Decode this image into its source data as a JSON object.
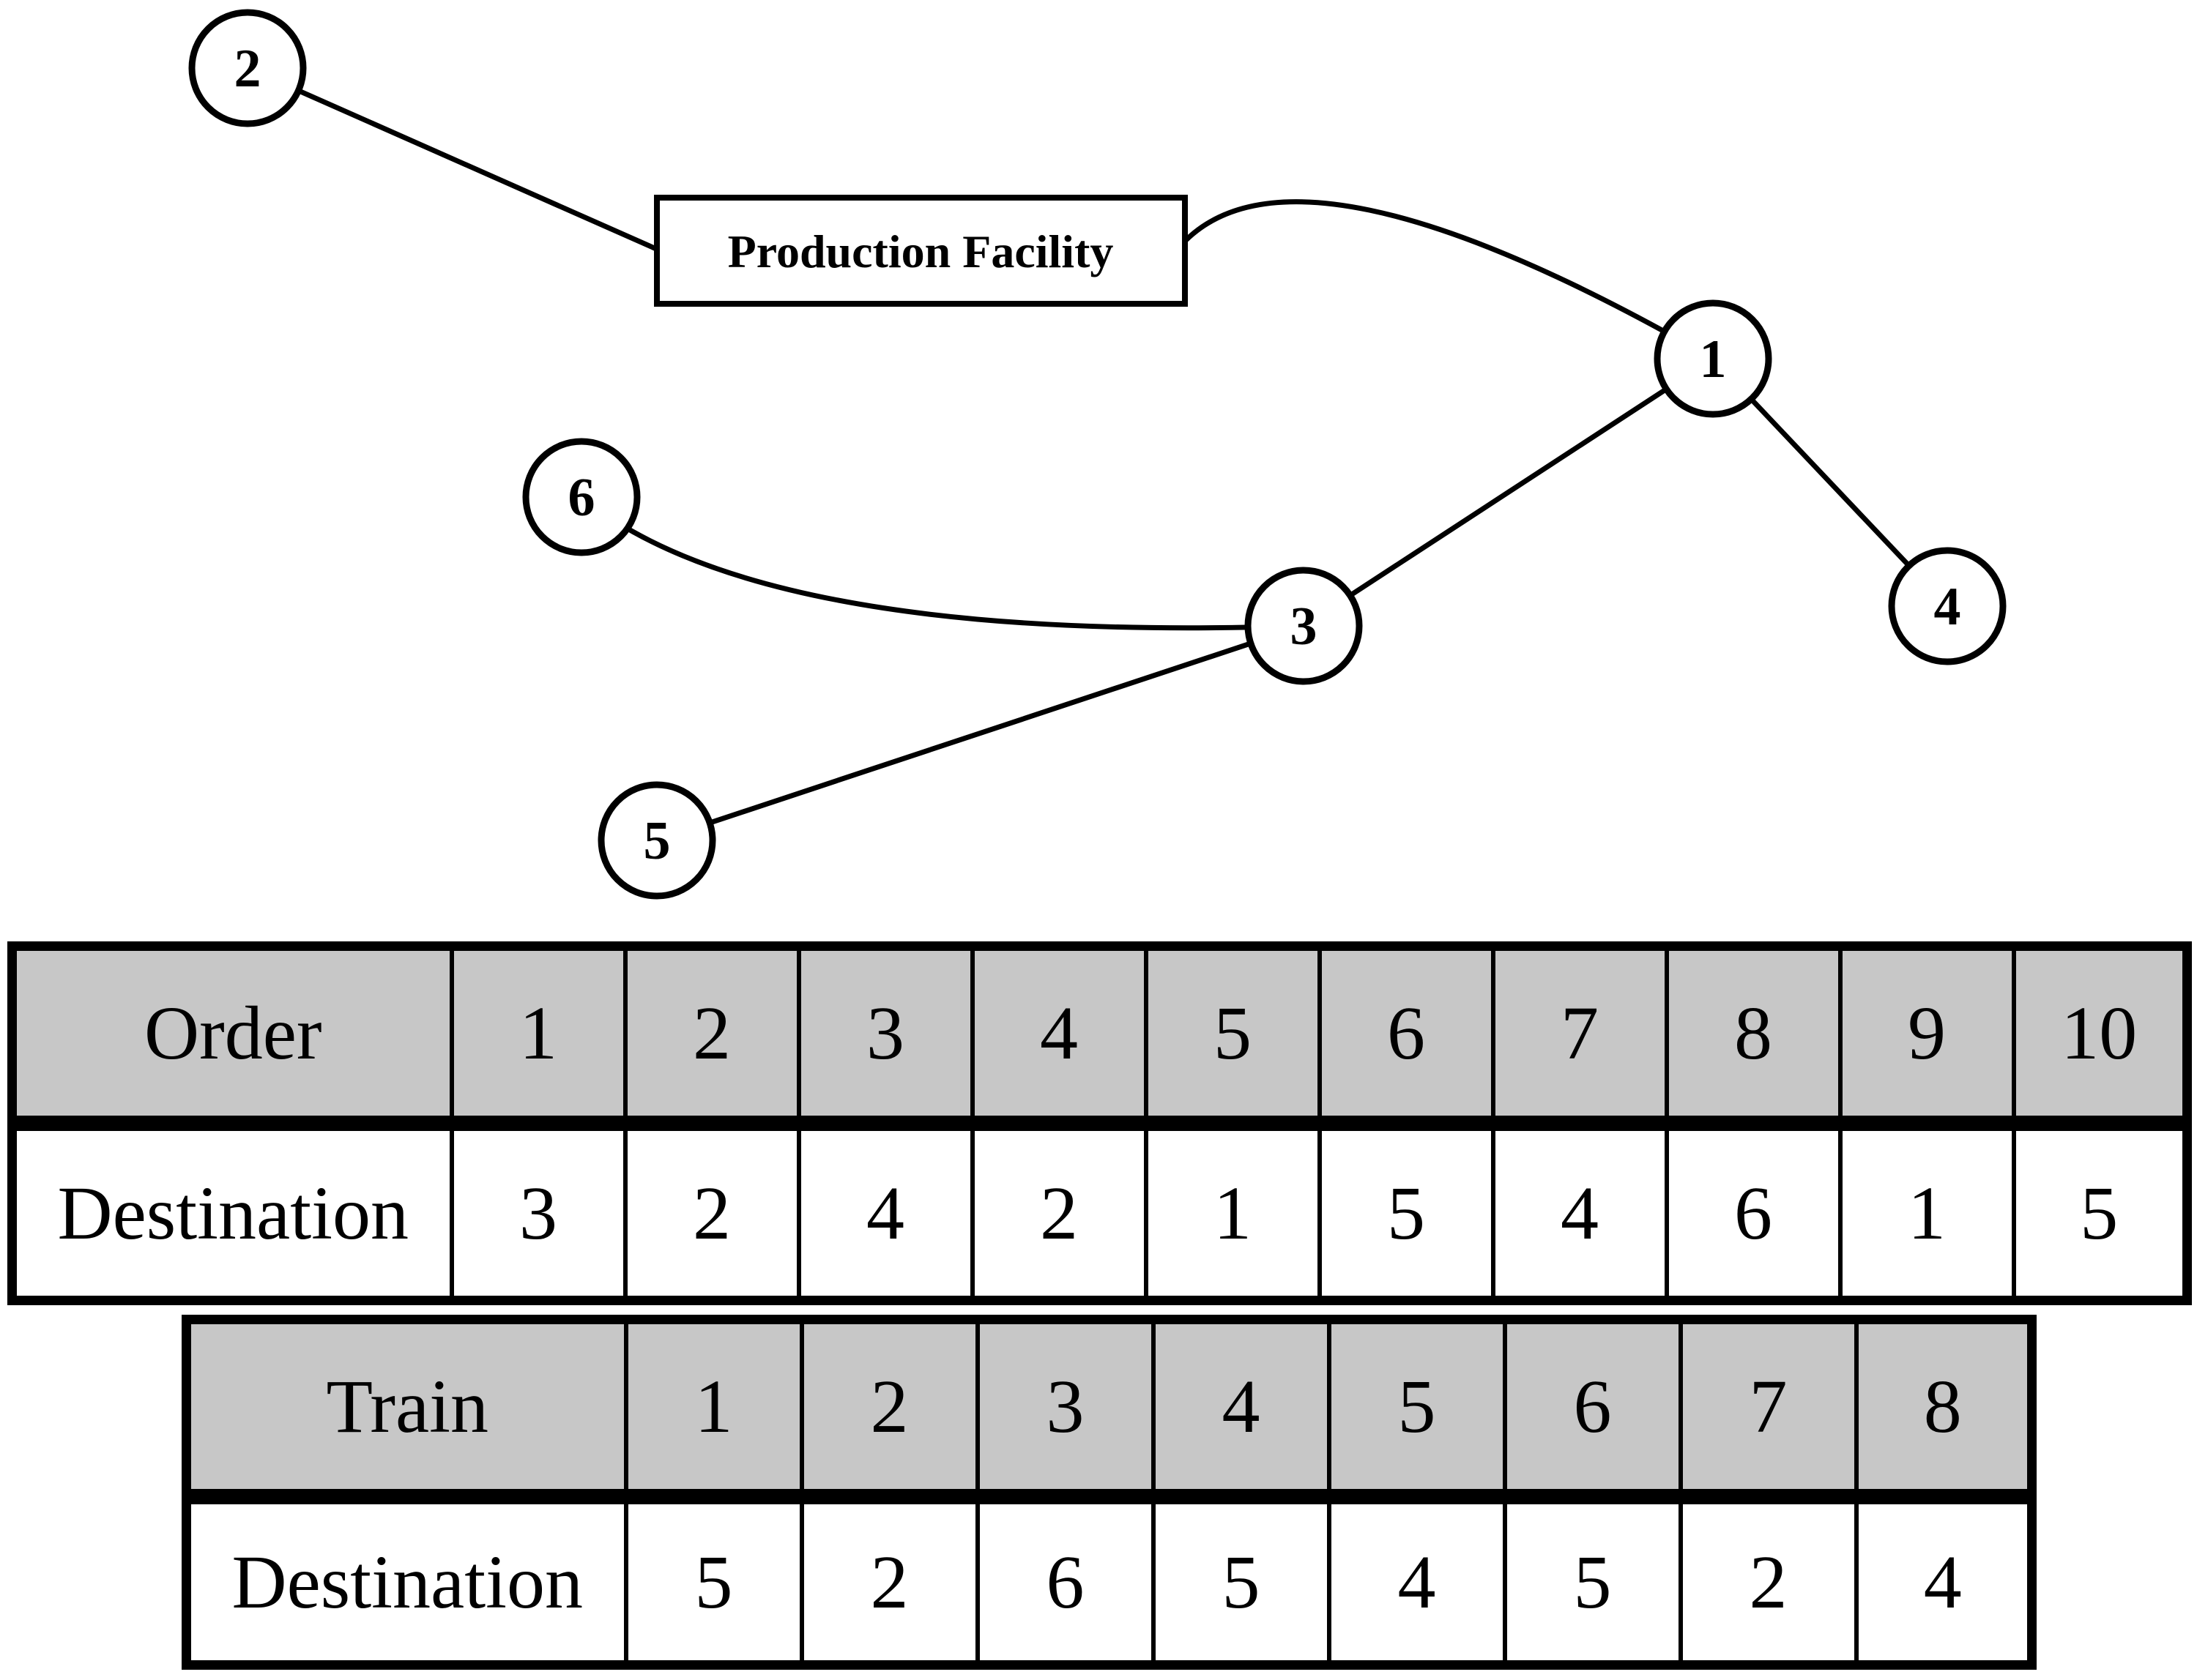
{
  "diagram": {
    "facility_label": "Production Facility",
    "nodes": [
      {
        "label": "1"
      },
      {
        "label": "2"
      },
      {
        "label": "3"
      },
      {
        "label": "4"
      },
      {
        "label": "5"
      },
      {
        "label": "6"
      }
    ],
    "edges": [
      {
        "from": "2",
        "to": "Production Facility"
      },
      {
        "from": "Production Facility",
        "to": "1"
      },
      {
        "from": "1",
        "to": "3"
      },
      {
        "from": "1",
        "to": "4"
      },
      {
        "from": "6",
        "to": "3"
      },
      {
        "from": "5",
        "to": "3"
      }
    ]
  },
  "order_table": {
    "label": "Order",
    "row_label": "Destination",
    "columns": [
      "1",
      "2",
      "3",
      "4",
      "5",
      "6",
      "7",
      "8",
      "9",
      "10"
    ],
    "destinations": [
      "3",
      "2",
      "4",
      "2",
      "1",
      "5",
      "4",
      "6",
      "1",
      "5"
    ]
  },
  "train_table": {
    "label": "Train",
    "row_label": "Destination",
    "columns": [
      "1",
      "2",
      "3",
      "4",
      "5",
      "6",
      "7",
      "8"
    ],
    "destinations": [
      "5",
      "2",
      "6",
      "5",
      "4",
      "5",
      "2",
      "4"
    ]
  }
}
